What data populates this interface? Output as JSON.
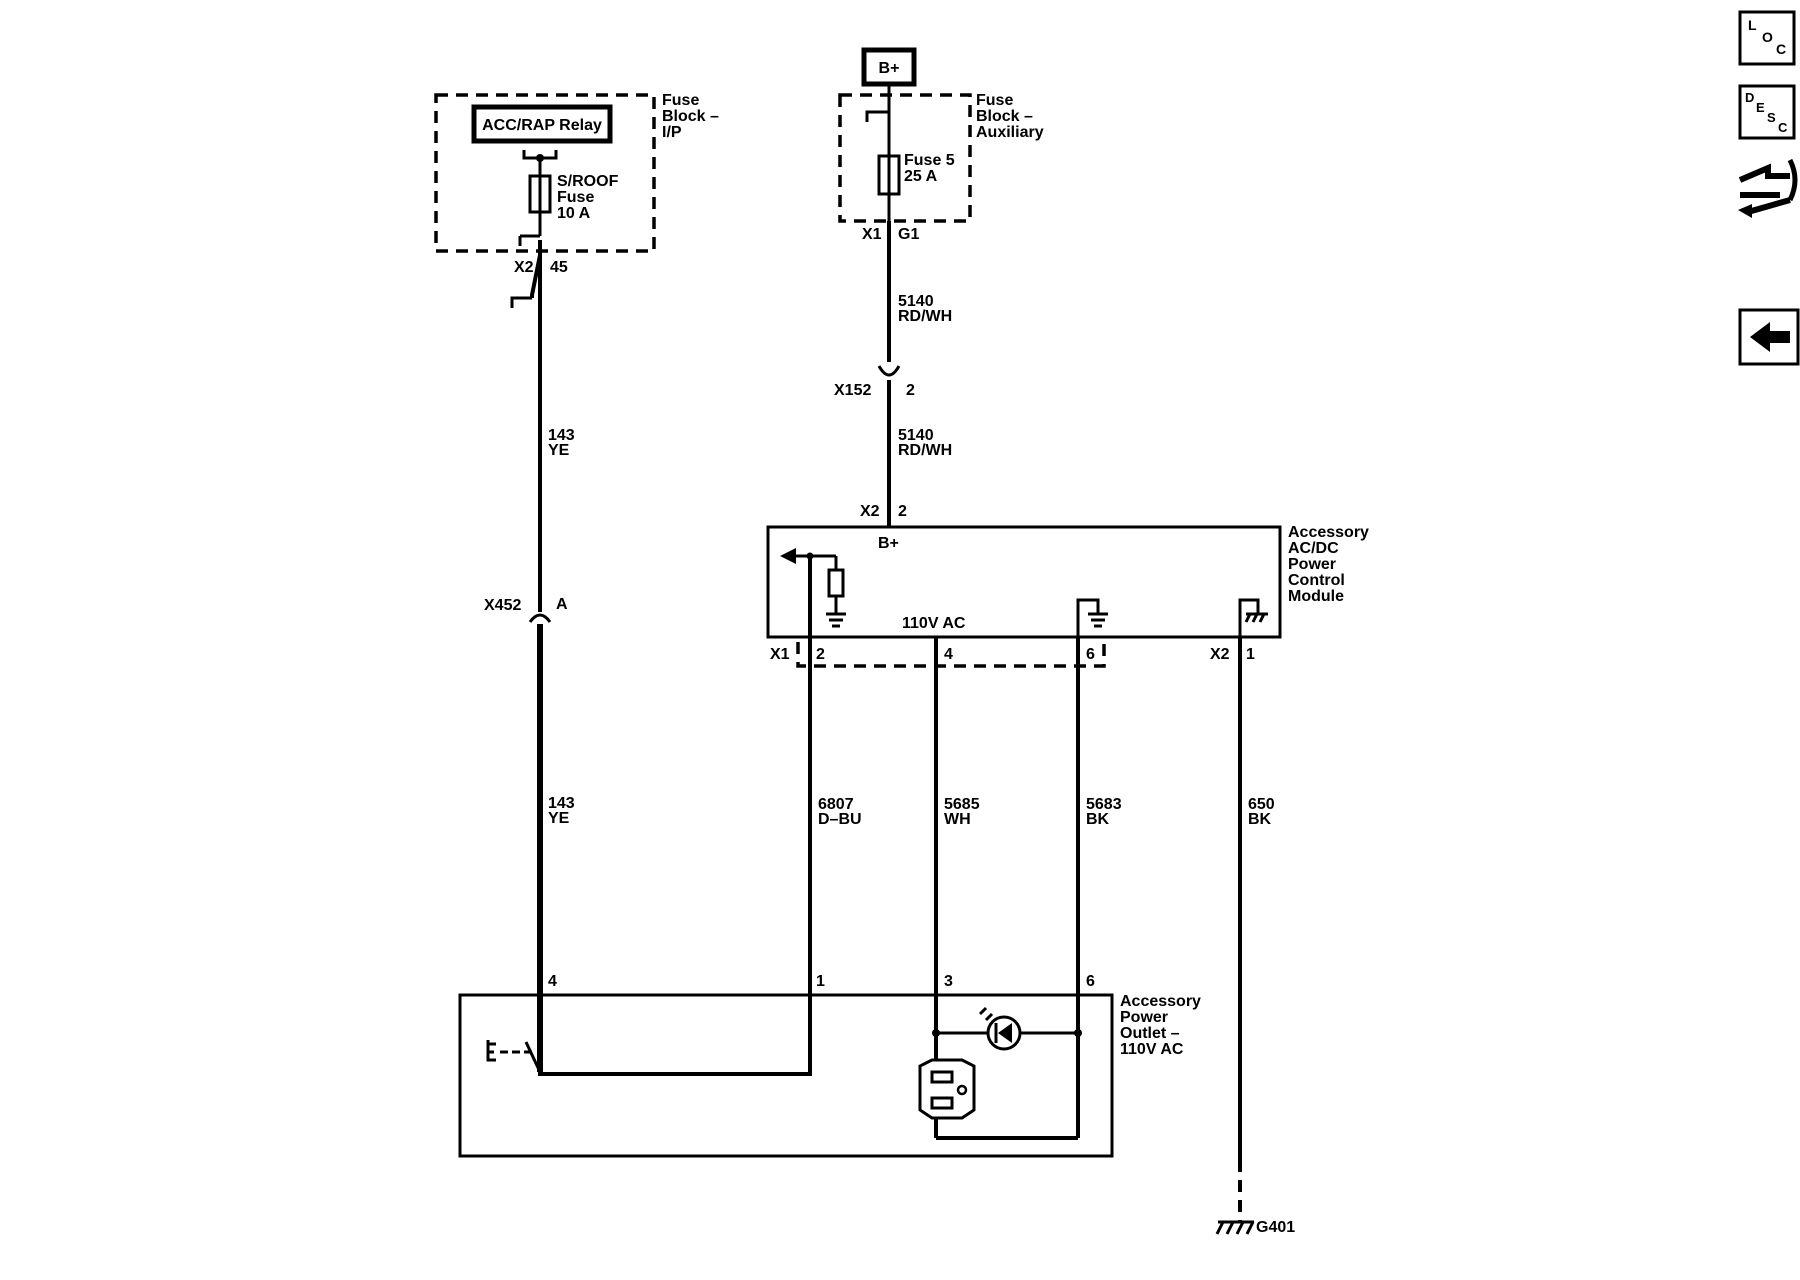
{
  "nav": {
    "loc": {
      "l1": "L",
      "l2": "O",
      "l3": "C"
    },
    "desc": {
      "l1": "D",
      "l2": "E",
      "l3": "S",
      "l4": "C"
    },
    "connector_icon": "connector-repair-icon",
    "back_icon": "back-arrow-icon"
  },
  "fuse_ip": {
    "title": [
      "Fuse",
      "Block –",
      "I/P"
    ],
    "relay": "ACC/RAP Relay",
    "fuse": [
      "S/ROOF",
      "Fuse",
      "10 A"
    ],
    "connector": "X2",
    "pin": "45"
  },
  "fuse_aux": {
    "source": "B+",
    "title": [
      "Fuse",
      "Block –",
      "Auxiliary"
    ],
    "fuse": [
      "Fuse 5",
      "25 A"
    ],
    "connector": "X1",
    "pin": "G1"
  },
  "wires": {
    "w143_upper": [
      "143",
      "YE"
    ],
    "w143_lower": [
      "143",
      "YE"
    ],
    "w5140_upper": [
      "5140",
      "RD/WH"
    ],
    "w5140_lower": [
      "5140",
      "RD/WH"
    ],
    "w6807": [
      "6807",
      "D–BU"
    ],
    "w5685": [
      "5685",
      "WH"
    ],
    "w5683": [
      "5683",
      "BK"
    ],
    "w650": [
      "650",
      "BK"
    ]
  },
  "connectors": {
    "x452": {
      "name": "X452",
      "pin": "A"
    },
    "x152": {
      "name": "X152",
      "pin": "2"
    },
    "x2_top": {
      "name": "X2",
      "pin": "2"
    },
    "x1_bottom": {
      "name": "X1",
      "pins": [
        "2",
        "4",
        "6"
      ]
    },
    "x2_bottom": {
      "name": "X2",
      "pin": "1"
    }
  },
  "module": {
    "title": [
      "Accessory",
      "AC/DC",
      "Power",
      "Control",
      "Module"
    ],
    "b_plus": "B+",
    "ac_label": "110V AC"
  },
  "outlet": {
    "title": [
      "Accessory",
      "Power",
      "Outlet –",
      "110V AC"
    ],
    "pins": [
      "4",
      "1",
      "3",
      "6"
    ]
  },
  "ground": {
    "name": "G401"
  }
}
